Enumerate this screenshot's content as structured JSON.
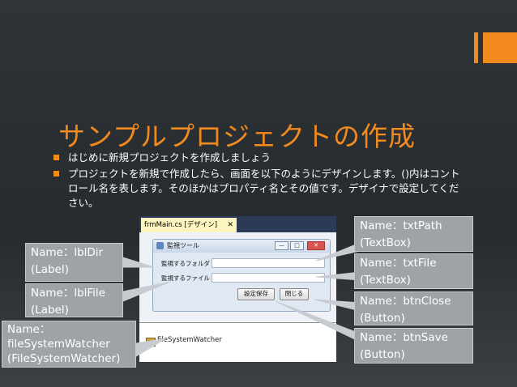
{
  "slide": {
    "title": "サンプルプロジェクトの作成",
    "bullets": [
      "はじめに新規プロジェクトを作成しましょう",
      "プロジェクトを新規で作成したら、画面を以下のようにデザインします。()内はコントロール名を表します。そのほかはプロパティ名とその値です。デザイナで設定してください。"
    ]
  },
  "designer": {
    "tab_label": "frmMain.cs [デザイン]",
    "tab_close": "✕",
    "form_title": "監視ツール",
    "window_buttons": [
      "—",
      "□",
      "✕"
    ],
    "label_folder": "監視するフォルダ",
    "label_file": "監視するファイル",
    "btn_save": "設定保存",
    "btn_close": "閉じる",
    "component_tray_item": "fileSystemWatcher"
  },
  "callouts": {
    "lblDir": "Name：lblDir\n(Label)",
    "lblFile": "Name：lblFile\n(Label)",
    "fsw": "Name：\nfileSystemWatcher\n(FileSystemWatcher)",
    "txtPath": "Name：txtPath\n(TextBox)",
    "txtFile": "Name：txtFile\n(TextBox)",
    "btnClose": "Name：btnClose\n(Button)",
    "btnSave": "Name：btnSave\n(Button)"
  },
  "colors": {
    "accent": "#f28a1e",
    "callout_bg": "#9ea3a8",
    "background": "#2b3135"
  }
}
